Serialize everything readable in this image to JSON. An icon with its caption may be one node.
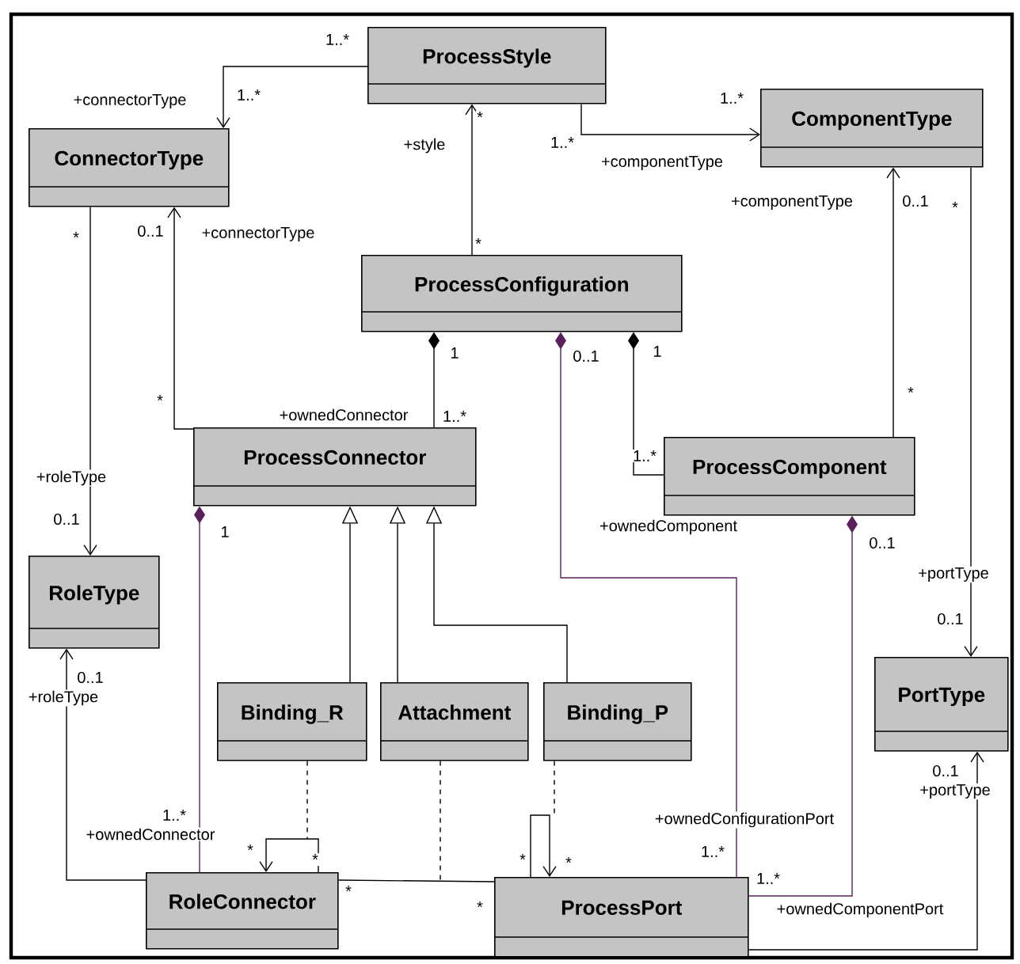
{
  "diagram": {
    "nodes": [
      {
        "text": [
          "ProcessStyle"
        ]
      },
      {
        "text": [
          "ComponentType"
        ]
      },
      {
        "text": [
          "ConnectorType"
        ]
      },
      {
        "text": [
          "ProcessConfiguration"
        ]
      },
      {
        "text": [
          "ProcessConnector"
        ]
      },
      {
        "text": [
          "ProcessComponent"
        ]
      },
      {
        "text": [
          "RoleType"
        ]
      },
      {
        "text": [
          "Binding_R"
        ]
      },
      {
        "text": [
          "Attachment"
        ]
      },
      {
        "text": [
          "Binding_P"
        ]
      },
      {
        "text": [
          "PortType"
        ]
      },
      {
        "text": [
          "RoleConnector"
        ]
      },
      {
        "text": [
          "ProcessPort"
        ]
      }
    ],
    "edges": [
      {
        "from": 0,
        "to": 2,
        "arrow": "to"
      },
      {
        "from": 0,
        "to": 1,
        "arrow": "to"
      },
      {
        "from": 3,
        "to": 0,
        "arrow": "to"
      },
      {
        "from": 3,
        "to": 4,
        "arrow": "other"
      },
      {
        "from": 3,
        "to": 5,
        "arrow": "other"
      },
      {
        "from": 3,
        "to": 12,
        "arrow": "other",
        "color": "#5b1f5b"
      },
      {
        "from": 2,
        "to": 6,
        "arrow": "to"
      },
      {
        "from": 4,
        "to": 2,
        "arrow": "to"
      },
      {
        "from": 5,
        "to": 1,
        "arrow": "to"
      },
      {
        "from": 1,
        "to": 10,
        "arrow": "to"
      },
      {
        "from": 4,
        "to": 11,
        "arrow": "other",
        "color": "#5b1f5b"
      },
      {
        "from": 11,
        "to": 6,
        "arrow": "to"
      },
      {
        "from": 7,
        "to": 4,
        "arrow": "to"
      },
      {
        "from": 8,
        "to": 4,
        "arrow": "to"
      },
      {
        "from": 9,
        "to": 4,
        "arrow": "to"
      },
      {
        "from": 11,
        "to": 11,
        "arrow": "to"
      },
      {
        "from": 12,
        "to": 12,
        "arrow": "to"
      },
      {
        "from": 7,
        "to": null,
        "arrow": "none",
        "style": "dashed"
      },
      {
        "from": 8,
        "to": null,
        "arrow": "none",
        "style": "dashed"
      },
      {
        "from": 11,
        "to": 12,
        "arrow": "none"
      },
      {
        "from": 9,
        "to": null,
        "arrow": "none",
        "style": "dashed"
      },
      {
        "from": 5,
        "to": 12,
        "arrow": "other",
        "color": "#5b1f5b"
      },
      {
        "from": 12,
        "to": 10,
        "arrow": "to"
      }
    ],
    "labels": [
      "1..*",
      "+connectorType",
      "1..*",
      "1..*",
      "1..*",
      "+componentType",
      "+style",
      "*",
      "+componentType",
      "0..1",
      "*",
      "*",
      "0..1",
      "+connectorType",
      "*",
      "1",
      "0..1",
      "1",
      "*",
      "+ownedConnector",
      "1..*",
      "*",
      "1..*",
      "+roleType",
      "0..1",
      "1",
      "+ownedComponent",
      "0..1",
      "+portType",
      "0..1",
      "0..1",
      "+roleType",
      "0..1",
      "+portType",
      "+ownedConfigurationPort",
      "1..*",
      "+ownedConnector",
      "1..*",
      "1..*",
      "*",
      "*",
      "*",
      "*",
      "*",
      "*",
      "+ownedComponentPort"
    ]
  }
}
